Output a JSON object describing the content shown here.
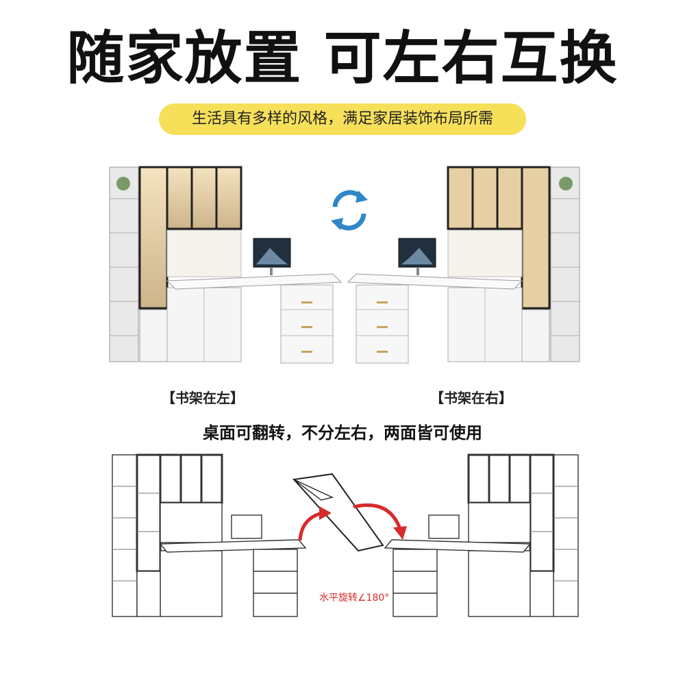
{
  "headline": "随家放置 可左右互换",
  "subtitle": "生活具有多样的风格，满足家居装饰布局所需",
  "captions": {
    "left": "【书架在左】",
    "right": "【书架在右】"
  },
  "flip_text": "桌面可翻转，不分左右，两面皆可使用",
  "rotation_label": "水平旋转∠180°",
  "colors": {
    "pill": "#f6e05a",
    "swap_arrows": "#2f86c8",
    "rotate_arrows": "#d62b2b",
    "cabinet_frame": "#2a2a2a",
    "cabinet_body": "#f2f2f2",
    "shelf_light": "#e8d2a6"
  },
  "icons": {
    "swap": "swap-arrows-icon",
    "rotate_left": "curved-arrow-up-icon",
    "rotate_right": "curved-arrow-down-icon"
  }
}
